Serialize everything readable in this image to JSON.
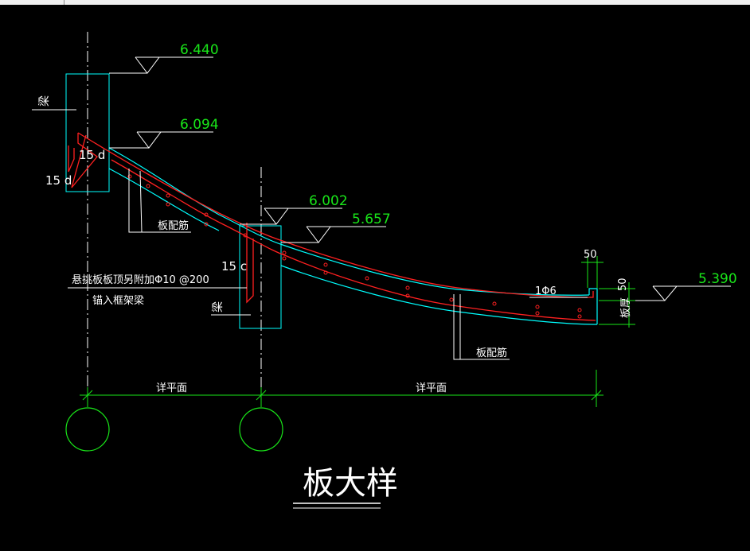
{
  "colors": {
    "background": "#000000",
    "outline": "#00ffff",
    "rebar": "#ff2020",
    "elevation": "#19e619",
    "dimension": "#19e619",
    "grid_axis": "#ffffff",
    "text": "#ffffff"
  },
  "elevations": {
    "top_left": "6.440",
    "second_left": "6.094",
    "mid_upper": "6.002",
    "mid_lower": "5.657",
    "right_end": "5.390"
  },
  "labels": {
    "beam_left": "梁",
    "beam_mid": "梁",
    "anchor_15d_inner": "15 d",
    "anchor_15d_outer": "15 d",
    "anchor_15d_mid": "15 c",
    "slab_rebar_upper": "板配筋",
    "slab_rebar_lower": "板配筋",
    "note_line1": "悬挑板板顶另附加Φ10 @200",
    "note_line2": "锚入框架梁",
    "edge_bar": "1Φ6",
    "dim_50_top": "50",
    "dim_50_side": "50",
    "dim_slab_thk": "板厚",
    "span_left": "详平面",
    "span_right": "详平面",
    "title": "板大样"
  }
}
